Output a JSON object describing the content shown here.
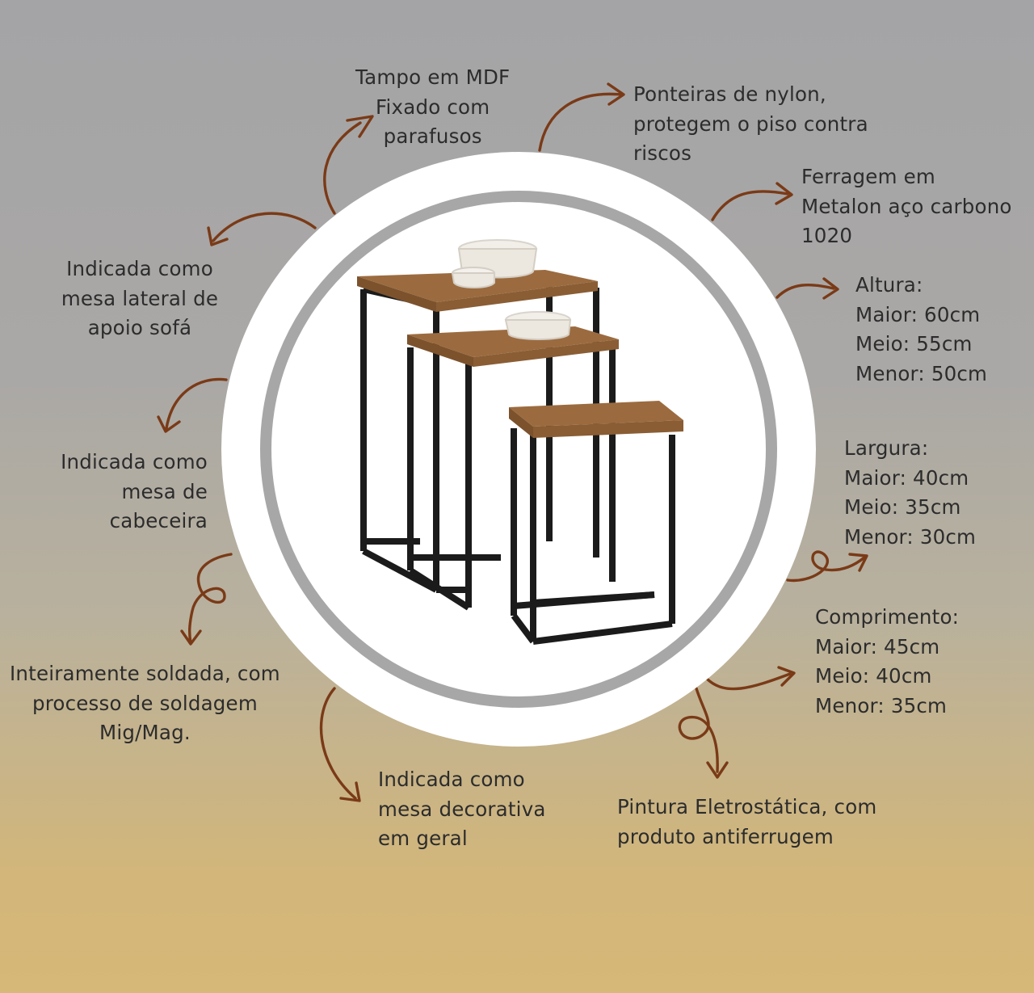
{
  "colors": {
    "arrow": "#7a3a17",
    "text": "#2c2c2c",
    "ring": "#a7a7a7",
    "wood": "#9b6b3f",
    "frame": "#1b1b1b"
  },
  "product_image": {
    "icon": "nesting-tables-illustration"
  },
  "labels": {
    "tampo": [
      "Tampo em MDF",
      "Fixado com",
      "parafusos"
    ],
    "ponteiras": [
      "Ponteiras de nylon,",
      "protegem o piso contra",
      "riscos"
    ],
    "ferragem": [
      "Ferragem em",
      "Metalon aço carbono",
      "1020"
    ],
    "altura": [
      "Altura:",
      "Maior: 60cm",
      "Meio: 55cm",
      "Menor: 50cm"
    ],
    "largura": [
      "Largura:",
      "Maior: 40cm",
      "Meio: 35cm",
      "Menor: 30cm"
    ],
    "comprimento": [
      "Comprimento:",
      "Maior: 45cm",
      "Meio: 40cm",
      "Menor: 35cm"
    ],
    "pintura": [
      "Pintura Eletrostática, com",
      "produto antiferrugem"
    ],
    "decorativa": [
      "Indicada como",
      "mesa decorativa",
      "em geral"
    ],
    "soldada": [
      "Inteiramente soldada, com",
      "processo de soldagem",
      "Mig/Mag."
    ],
    "cabeceira": [
      "Indicada como",
      "mesa de",
      "cabeceira"
    ],
    "lateral": [
      "Indicada como",
      "mesa lateral de",
      "apoio sofá"
    ]
  }
}
